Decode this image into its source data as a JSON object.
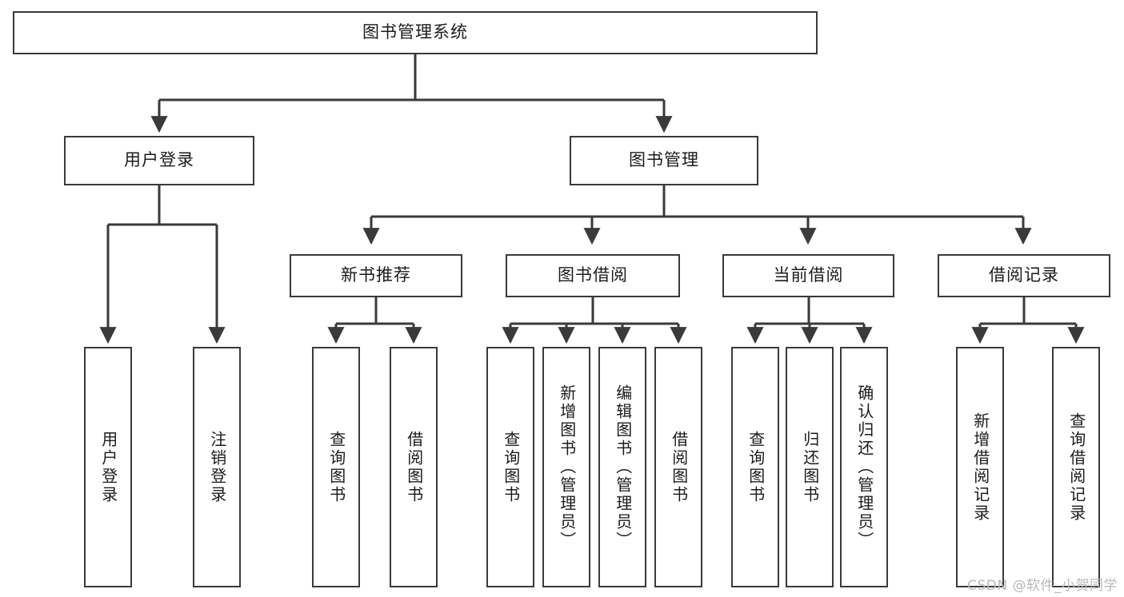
{
  "diagram": {
    "title": "图书管理系统",
    "type": "tree-hierarchy",
    "watermark": "CSDN @软件_小贺同学",
    "colors": {
      "box_border": "#3a3a3a",
      "box_fill": "#ffffff",
      "connector": "#3a3a3a",
      "text": "#1b1b1b",
      "watermark": "#b9b9b9"
    },
    "nodes": {
      "root": {
        "label": "图书管理系统",
        "level": 1
      },
      "l2": [
        {
          "id": "user-login",
          "label": "用户登录",
          "level": 2
        },
        {
          "id": "book-manage",
          "label": "图书管理",
          "level": 2
        }
      ],
      "l3": [
        {
          "id": "new-book-rec",
          "label": "新书推荐",
          "level": 3
        },
        {
          "id": "book-borrow",
          "label": "图书借阅",
          "level": 3
        },
        {
          "id": "current-borrow",
          "label": "当前借阅",
          "level": 3
        },
        {
          "id": "borrow-record",
          "label": "借阅记录",
          "level": 3
        }
      ],
      "leaves": {
        "user-login": [
          {
            "id": "leaf-user-login",
            "label": "用户登录"
          },
          {
            "id": "leaf-user-logout",
            "label": "注销登录"
          }
        ],
        "new-book-rec": [
          {
            "id": "leaf-query-book-1",
            "label": "查询图书"
          },
          {
            "id": "leaf-borrow-book-1",
            "label": "借阅图书"
          }
        ],
        "book-borrow": [
          {
            "id": "leaf-query-book-2",
            "label": "查询图书"
          },
          {
            "id": "leaf-add-book",
            "label": "新增图书（管理员）"
          },
          {
            "id": "leaf-edit-book",
            "label": "编辑图书（管理员）"
          },
          {
            "id": "leaf-borrow-book-2",
            "label": "借阅图书"
          }
        ],
        "current-borrow": [
          {
            "id": "leaf-query-book-3",
            "label": "查询图书"
          },
          {
            "id": "leaf-return-book",
            "label": "归还图书"
          },
          {
            "id": "leaf-confirm-return",
            "label": "确认归还（管理员）"
          }
        ],
        "borrow-record": [
          {
            "id": "leaf-add-record",
            "label": "新增借阅记录"
          },
          {
            "id": "leaf-query-record",
            "label": "查询借阅记录"
          }
        ]
      }
    }
  }
}
